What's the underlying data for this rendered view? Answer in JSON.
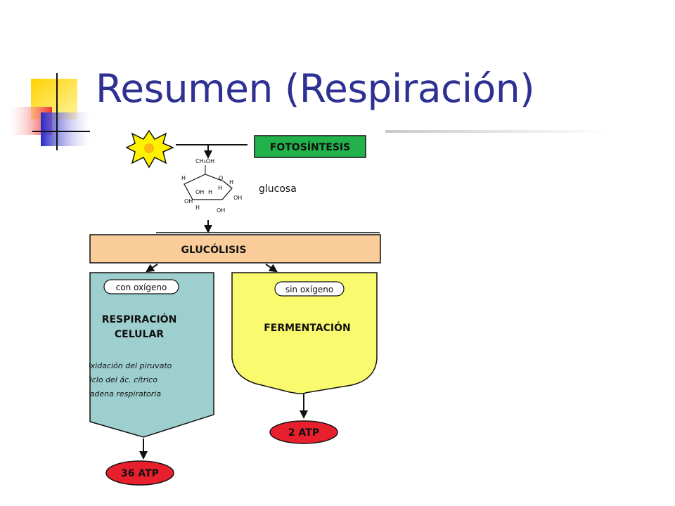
{
  "slide": {
    "title": "Resumen (Respiración)"
  },
  "colors": {
    "title": "#2E3192",
    "logo_yellow": "#FFD200",
    "logo_red": "#F03030",
    "logo_blue": "#2828C8",
    "fotosintesis_fill": "#22B24C",
    "glucolisis_fill": "#F9CC99",
    "respiracion_fill": "#9ECFCF",
    "fermentacion_fill": "#FAFA6E",
    "atp_fill": "#E8202E",
    "sun_fill": "#FFF200"
  },
  "diagram": {
    "fotosintesis": "FOTOSÍNTESIS",
    "glucosa": "glucosa",
    "glucolisis": "GLUCÓLISIS",
    "con_oxigeno": "con oxígeno",
    "sin_oxigeno": "sin oxígeno",
    "respiracion_line1": "RESPIRACIÓN",
    "respiracion_line2": "CELULAR",
    "respiracion_steps": [
      "Oxidación del piruvato",
      "Ciclo del ác. cítrico",
      "Cadena respiratoria"
    ],
    "fermentacion": "FERMENTACIÓN",
    "atp_respiracion": "36 ATP",
    "atp_fermentacion": "2 ATP",
    "molecule": {
      "ch2oh": "CH₂OH",
      "o": "O",
      "h": "H",
      "oh": "OH"
    }
  }
}
